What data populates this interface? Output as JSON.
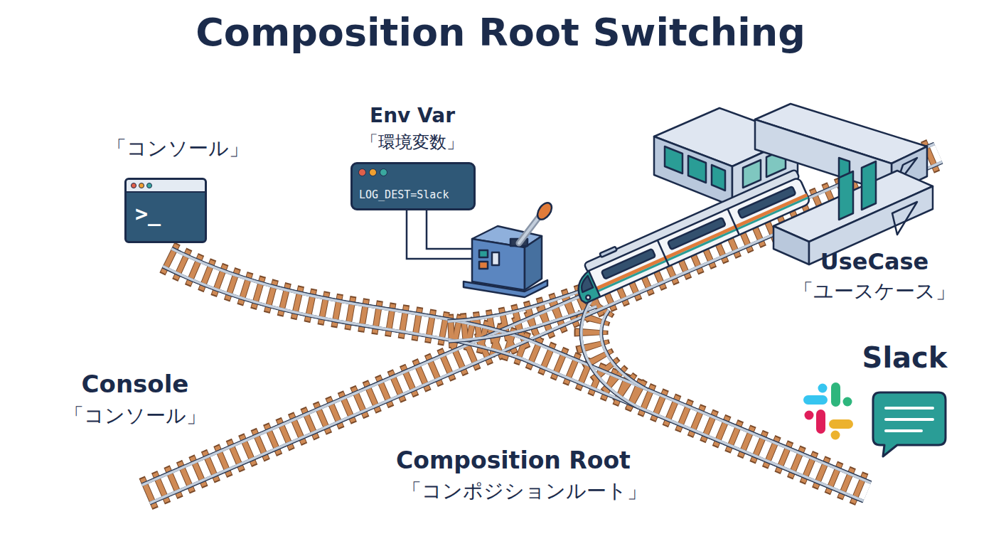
{
  "diagram": {
    "title": "Composition Root Switching",
    "nodes": [
      {
        "text": [
          "「コンソール」",
          ">_"
        ]
      },
      {
        "text": [
          "Env Var",
          "「環境変数」",
          "LOG_DEST=Slack"
        ]
      },
      {
        "text": [
          "UseCase",
          "「ユースケース」"
        ]
      },
      {
        "text": [
          "Slack"
        ]
      }
    ],
    "labels": [
      "Console",
      "「コンソール」",
      "Composition Root",
      "「コンポジションルート」"
    ]
  }
}
